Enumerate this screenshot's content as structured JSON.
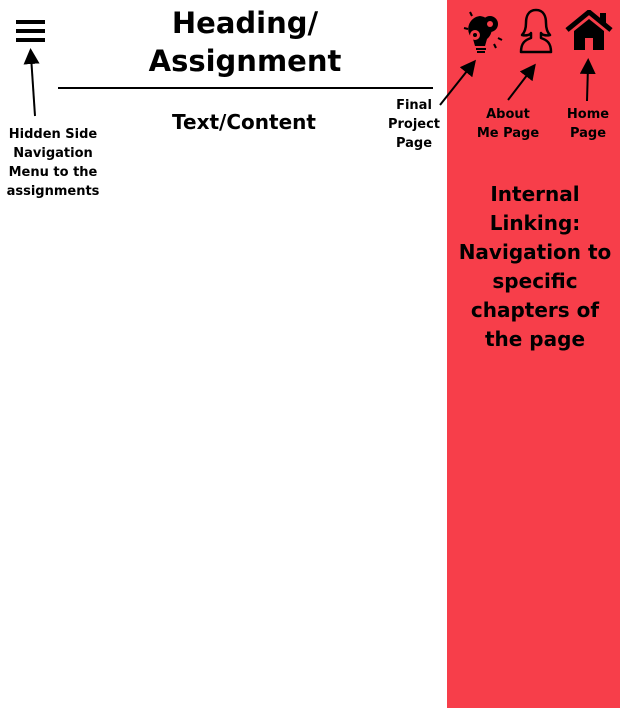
{
  "header": {
    "title_line1": "Heading/",
    "title_line2": "Assignment",
    "content": "Text/Content"
  },
  "annotations": {
    "menu": "Hidden Side Navigation Menu to the assignments",
    "final_project": "Final Project Page",
    "about_me": "About Me Page",
    "home": "Home Page",
    "internal_linking": "Internal Linking: Navigation to specific chapters of the page"
  },
  "icons": {
    "menu": "hamburger-icon",
    "final_project": "lightbulb-gears-icon",
    "about_me": "person-icon",
    "home": "house-icon"
  },
  "colors": {
    "sidebar": "#f73e4a"
  }
}
